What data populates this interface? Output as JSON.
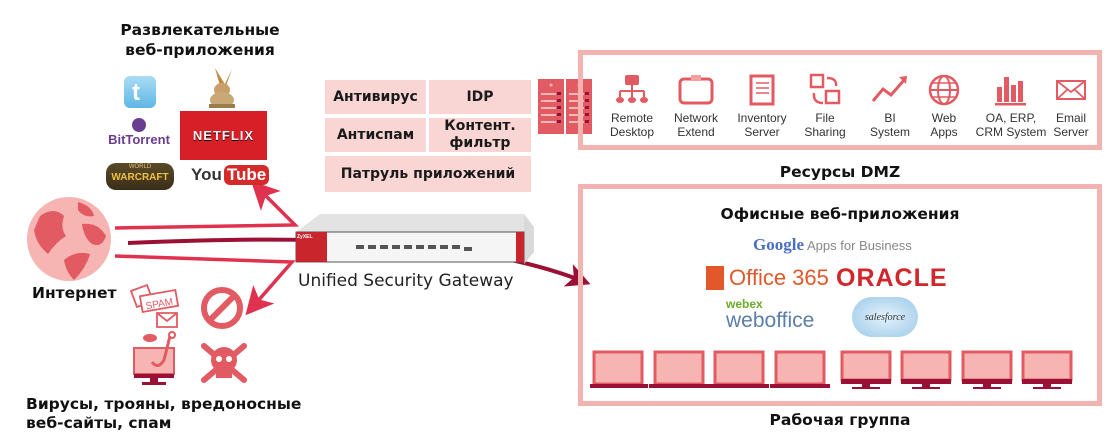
{
  "entertainment": {
    "title_line1": "Развлекательные",
    "title_line2": "веб-приложения",
    "apps": [
      {
        "name": "Twitter",
        "icon": "twitter-icon"
      },
      {
        "name": "eMule",
        "icon": "emule-icon"
      },
      {
        "name": "BitTorrent",
        "label": "BitTorrent",
        "icon": "bittorrent-icon"
      },
      {
        "name": "Netflix",
        "label": "NETFLIX",
        "icon": "netflix-logo"
      },
      {
        "name": "World of Warcraft",
        "label_top": "WORLD",
        "label": "WARCRAFT",
        "icon": "warcraft-logo"
      },
      {
        "name": "YouTube",
        "label_you": "You",
        "label_tube": "Tube",
        "icon": "youtube-logo"
      }
    ]
  },
  "features": {
    "antivirus": "Антивирус",
    "idp": "IDP",
    "antispam": "Антиспам",
    "content_filter_line1": "Контент.",
    "content_filter_line2": "фильтр",
    "app_patrol": "Патруль приложений"
  },
  "dmz": {
    "title": "Ресурсы DMZ",
    "items": [
      {
        "line1": "Remote",
        "line2": "Desktop",
        "icon": "remote-desktop-icon"
      },
      {
        "line1": "Network",
        "line2": "Extend",
        "icon": "network-extend-icon"
      },
      {
        "line1": "Inventory",
        "line2": "Server",
        "icon": "inventory-server-icon"
      },
      {
        "line1": "File",
        "line2": "Sharing",
        "icon": "file-sharing-icon"
      },
      {
        "line1": "BI",
        "line2": "System",
        "icon": "bi-system-icon"
      },
      {
        "line1": "Web",
        "line2": "Apps",
        "icon": "web-apps-icon"
      },
      {
        "line1": "OA, ERP,",
        "line2": "CRM System",
        "icon": "oa-erp-crm-icon"
      },
      {
        "line1": "Email",
        "line2": "Server",
        "icon": "email-server-icon"
      }
    ]
  },
  "gateway": {
    "label": "Unified Security Gateway",
    "brand": "ZyXEL"
  },
  "internet": {
    "label": "Интернет"
  },
  "threats": {
    "label_line1": "Вирусы, трояны, вредоносные",
    "label_line2": "веб-сайты, спам",
    "spam_text": "SPAM"
  },
  "office": {
    "title": "Офисные веб-приложения",
    "google": "Google",
    "google_suffix": "Apps for Business",
    "office365": "Office 365",
    "oracle": "ORACLE",
    "webex": "webex",
    "weboffice": "weboffice",
    "salesforce": "salesforce"
  },
  "workgroup": {
    "title": "Рабочая группа",
    "laptops": 4,
    "monitors": 4
  },
  "colors": {
    "accent_red": "#e25a62",
    "light_pink": "#f9d6d4",
    "border_pink": "#f3b3b0",
    "dark_red": "#9b1035",
    "arrow_red": "#e0324f"
  }
}
